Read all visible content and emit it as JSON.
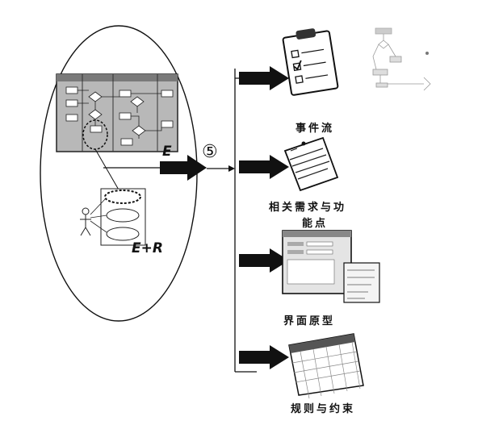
{
  "labels": {
    "event_flow": "事件流",
    "requirements_line1": "相关需求与功",
    "requirements_line2": "能点",
    "ui_prototype": "界面原型",
    "rules_constraints": "规则与约束"
  },
  "annotations": {
    "e": "E",
    "e_plus_r": "E+R",
    "step": "⑤"
  },
  "colors": {
    "line": "#111111",
    "panel_gray": "#8a8a8a",
    "screen_gray": "#d9d9d9"
  }
}
